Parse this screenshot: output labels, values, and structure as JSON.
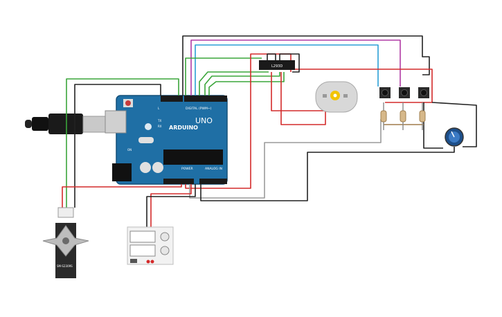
{
  "arduino": {
    "brand": "ARDUINO",
    "model": "UNO",
    "label_digital": "DIGITAL (PWM~)",
    "label_power": "POWER",
    "label_analog": "ANALOG IN",
    "label_tx": "TX",
    "label_rx": "RX",
    "label_l": "L",
    "label_on": "ON"
  },
  "driver": {
    "label": "L293D"
  },
  "servo": {
    "label": "SM-S2309S"
  },
  "colors": {
    "board": "#1f6fa5",
    "board_dark": "#15507a",
    "wire_red": "#d42a2a",
    "wire_black": "#222222",
    "wire_green": "#3aa53a",
    "wire_blue": "#2a9fd6",
    "wire_magenta": "#b03aa5",
    "wire_gray": "#9a9a9a",
    "motor_yellow": "#f2c400"
  }
}
